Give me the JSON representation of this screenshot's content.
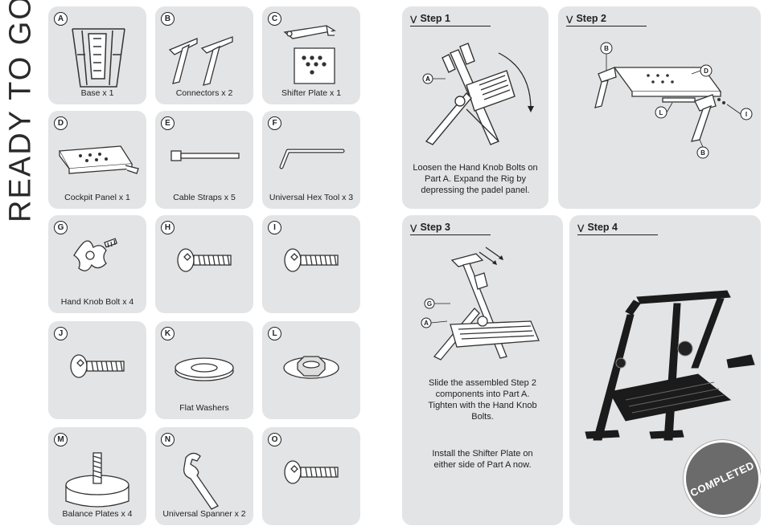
{
  "title": "READY TO GO",
  "parts": [
    {
      "letter": "A",
      "label": "Base x 1"
    },
    {
      "letter": "B",
      "label": "Connectors x 2"
    },
    {
      "letter": "C",
      "label": "Shifter Plate x 1"
    },
    {
      "letter": "D",
      "label": "Cockpit Panel x 1"
    },
    {
      "letter": "E",
      "label": "Cable Straps x 5"
    },
    {
      "letter": "F",
      "label": "Universal Hex Tool x 3"
    },
    {
      "letter": "G",
      "label": "Hand Knob Bolt x 4"
    },
    {
      "letter": "H",
      "label": ""
    },
    {
      "letter": "I",
      "label": ""
    },
    {
      "letter": "J",
      "label": ""
    },
    {
      "letter": "K",
      "label": "Flat Washers"
    },
    {
      "letter": "L",
      "label": ""
    },
    {
      "letter": "M",
      "label": "Balance Plates x 4"
    },
    {
      "letter": "N",
      "label": "Universal Spanner x 2"
    },
    {
      "letter": "O",
      "label": ""
    }
  ],
  "steps": [
    {
      "title": "Step 1",
      "text": "Loosen the Hand Knob Bolts on Part A. Expand the Rig by depressing the padel panel.",
      "callouts": [
        "A"
      ]
    },
    {
      "title": "Step 2",
      "text": "",
      "callouts": [
        "B",
        "D",
        "L",
        "I",
        "B"
      ]
    },
    {
      "title": "Step 3",
      "text": "Slide the assembled Step 2 components into Part A. Tighten with the Hand Knob Bolts.",
      "text2": "Install the Shifter Plate on either side of Part A now.",
      "callouts": [
        "G",
        "A"
      ]
    },
    {
      "title": "Step 4",
      "text": "",
      "stamp": "COMPLETED"
    }
  ]
}
